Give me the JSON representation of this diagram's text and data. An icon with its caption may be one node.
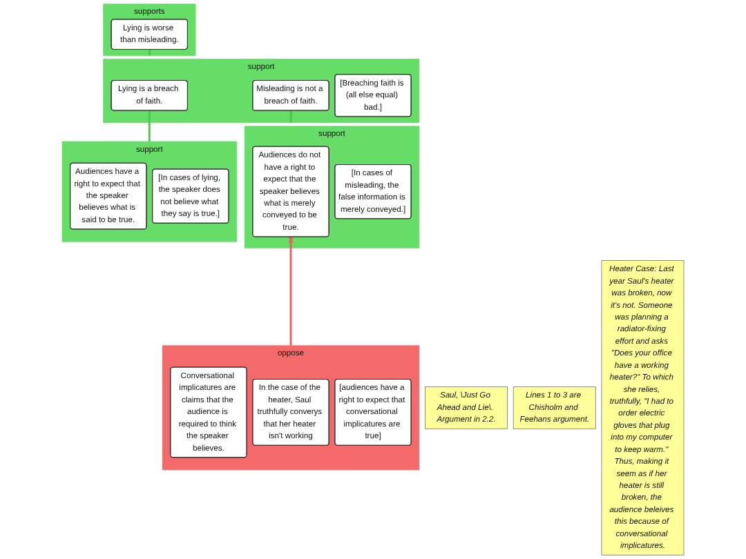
{
  "diagram": {
    "nodes": [
      {
        "text": [
          "supports"
        ]
      },
      {
        "text": [
          "Lying is worse than misleading."
        ],
        "in": 0
      },
      {
        "text": [
          "support"
        ]
      },
      {
        "text": [
          "Lying is a breach of faith."
        ],
        "in": 2
      },
      {
        "text": [
          "Misleading is not a breach of faith."
        ],
        "in": 2
      },
      {
        "text": [
          "[Breaching faith is (all else equal) bad.]"
        ],
        "in": 2
      },
      {
        "text": [
          "support"
        ]
      },
      {
        "text": [
          "Audiences have a right to expect that the speaker believes what is said to be true."
        ],
        "in": 6
      },
      {
        "text": [
          "[In cases of lying, the speaker does not believe what they say is true.]"
        ],
        "in": 6
      },
      {
        "text": [
          "support"
        ]
      },
      {
        "text": [
          "Audiences do not have a right to expect that the speaker believes what is merely conveyed to be true."
        ],
        "in": 9
      },
      {
        "text": [
          "[In cases of misleading, the false information is merely conveyed.]"
        ],
        "in": 9
      },
      {
        "text": [
          "oppose"
        ]
      },
      {
        "text": [
          "Conversational implicatures are claims that the audience is required to think the speaker believes."
        ],
        "in": 12
      },
      {
        "text": [
          "In the case of the heater, Saul truthfully converys that her heater isn't working"
        ],
        "in": 12
      },
      {
        "text": [
          "[audiences have a right to expect that conversational implicatures are true]"
        ],
        "in": 12
      },
      {
        "text": [
          "Saul, \\Just Go Ahead and Lie\\. Argument in 2.2."
        ]
      },
      {
        "text": [
          "Lines 1 to 3 are Chisholm and Feehans argument."
        ]
      },
      {
        "text": [
          "Heater Case: Last year Saul's heater was broken, now it's not. Someone was planning a radiator-fixing effort and asks \"Does your office have a working heater?\" To which she relies, truthfully, \"I had to order electric gloves that plug into my computer to keep warm.\" Thus, making it seem as if her heater is still broken, the audience beleives this because of conversational implicatures."
        ]
      }
    ],
    "edges": [
      {
        "from": 2,
        "to": 1,
        "arrow": "none"
      },
      {
        "from": 6,
        "to": 3,
        "arrow": "none"
      },
      {
        "from": 9,
        "to": 4,
        "arrow": "none"
      },
      {
        "from": 12,
        "to": 10,
        "arrow": "other",
        "color": "#f05a5a"
      }
    ]
  }
}
